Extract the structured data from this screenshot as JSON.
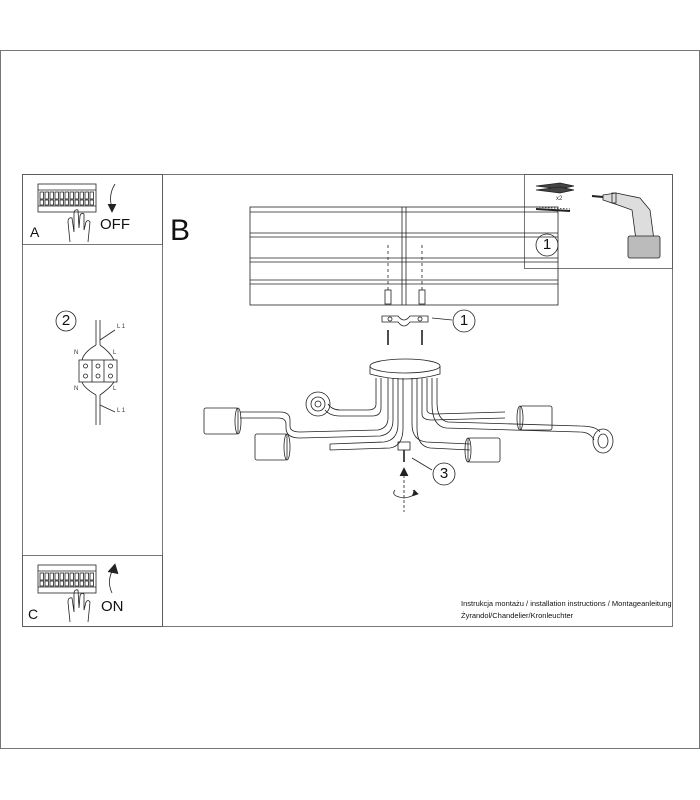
{
  "panel_a": {
    "letter": "A",
    "label": "OFF"
  },
  "panel_b": {
    "letter": "B"
  },
  "panel_c": {
    "letter": "C",
    "label": "ON"
  },
  "steps": {
    "step1": "1",
    "step2": "2",
    "step3": "3"
  },
  "kit": {
    "quantity": "x2"
  },
  "wiring": {
    "top_live": "L 1",
    "top_left": "N",
    "top_right": "L",
    "bottom_left": "N",
    "bottom_right": "L",
    "bottom_live": "L 1"
  },
  "caption": {
    "line1": "Instrukcja montażu / installation instructions / Montageanleitung",
    "line2": "Żyrandol/Chandelier/Kronleuchter"
  },
  "colors": {
    "line": "#222222",
    "frame": "#555555"
  }
}
